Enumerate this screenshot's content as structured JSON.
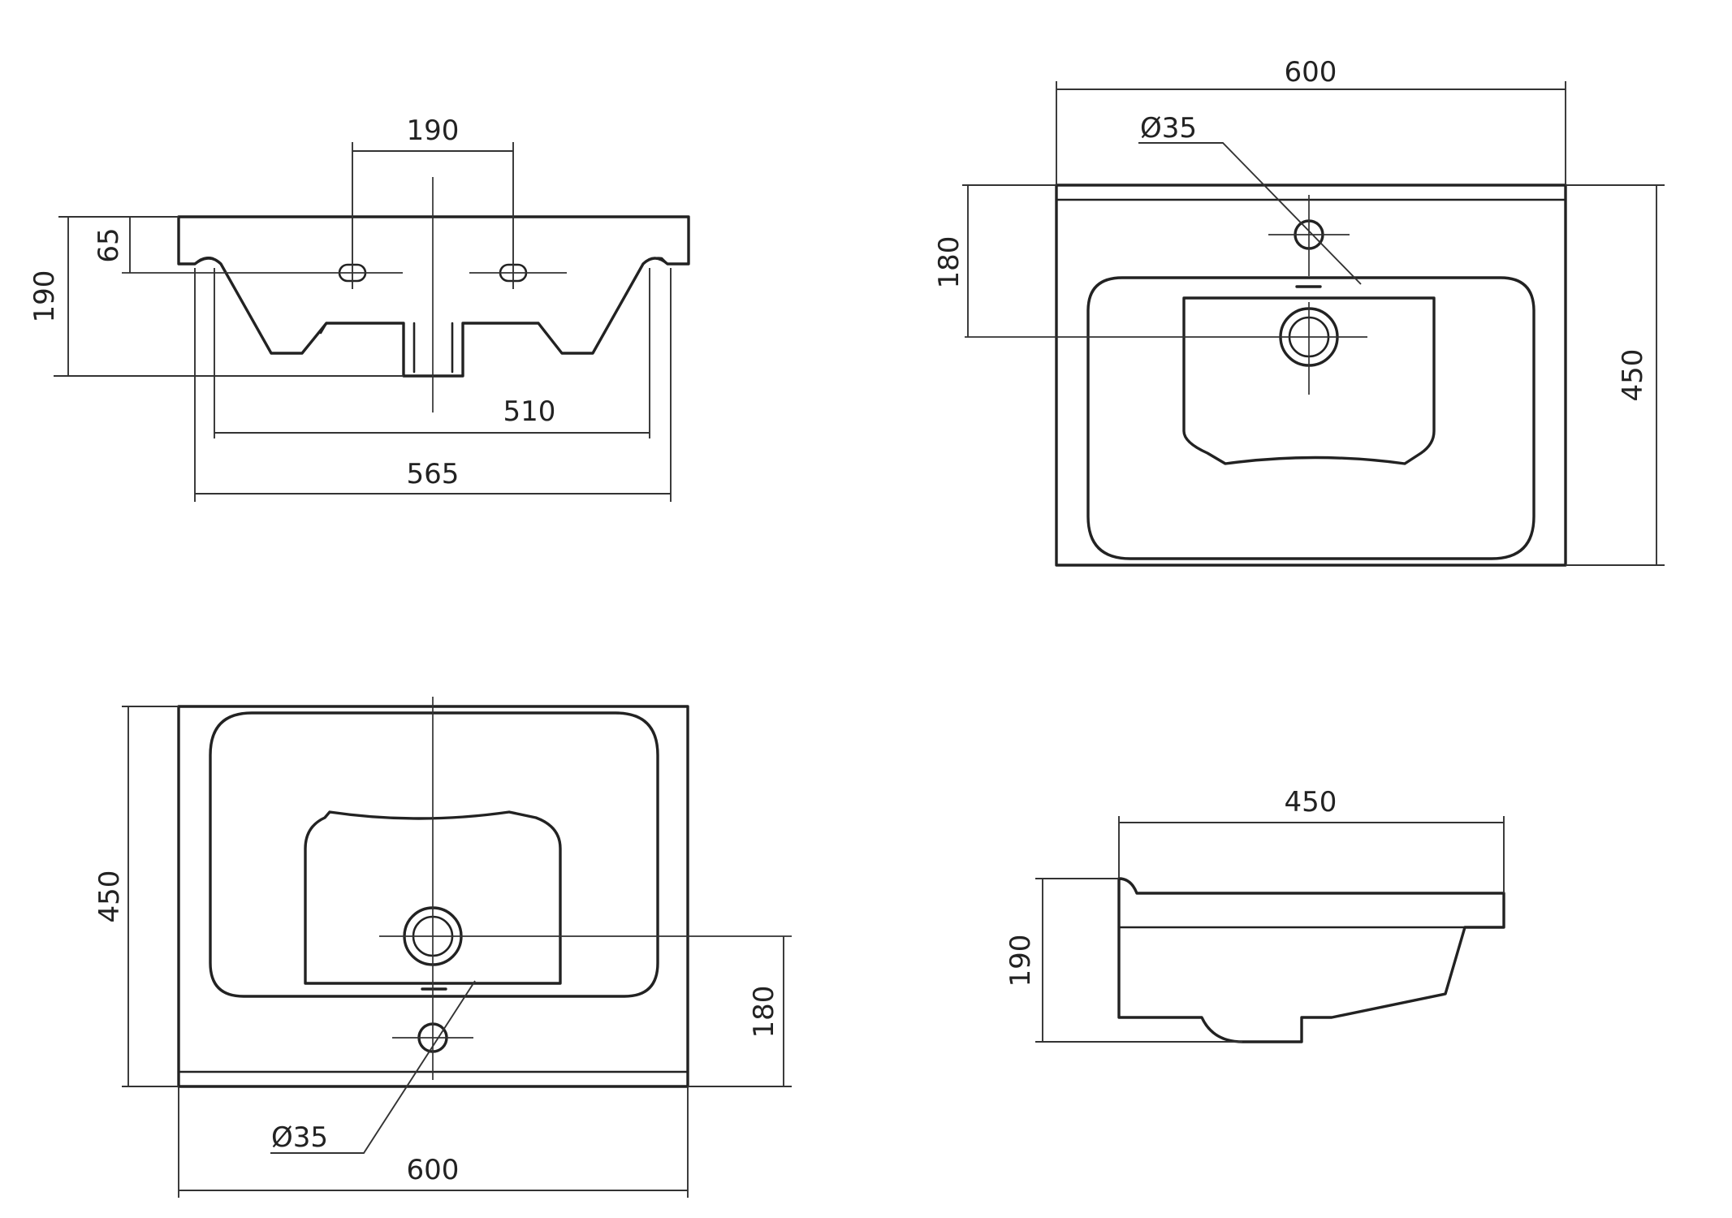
{
  "front_view": {
    "dim_hole_spacing": "190",
    "dim_height": "190",
    "dim_rim_height": "65",
    "dim_inner_width": "510",
    "dim_outer_width": "565"
  },
  "top_view_right": {
    "dim_width": "600",
    "dim_tap_hole": "Ø35",
    "dim_drain_offset": "180",
    "dim_depth": "450"
  },
  "top_view_left": {
    "dim_depth": "450",
    "dim_drain_offset": "180",
    "dim_tap_hole": "Ø35",
    "dim_width": "600"
  },
  "side_view": {
    "dim_depth": "450",
    "dim_height": "190"
  }
}
